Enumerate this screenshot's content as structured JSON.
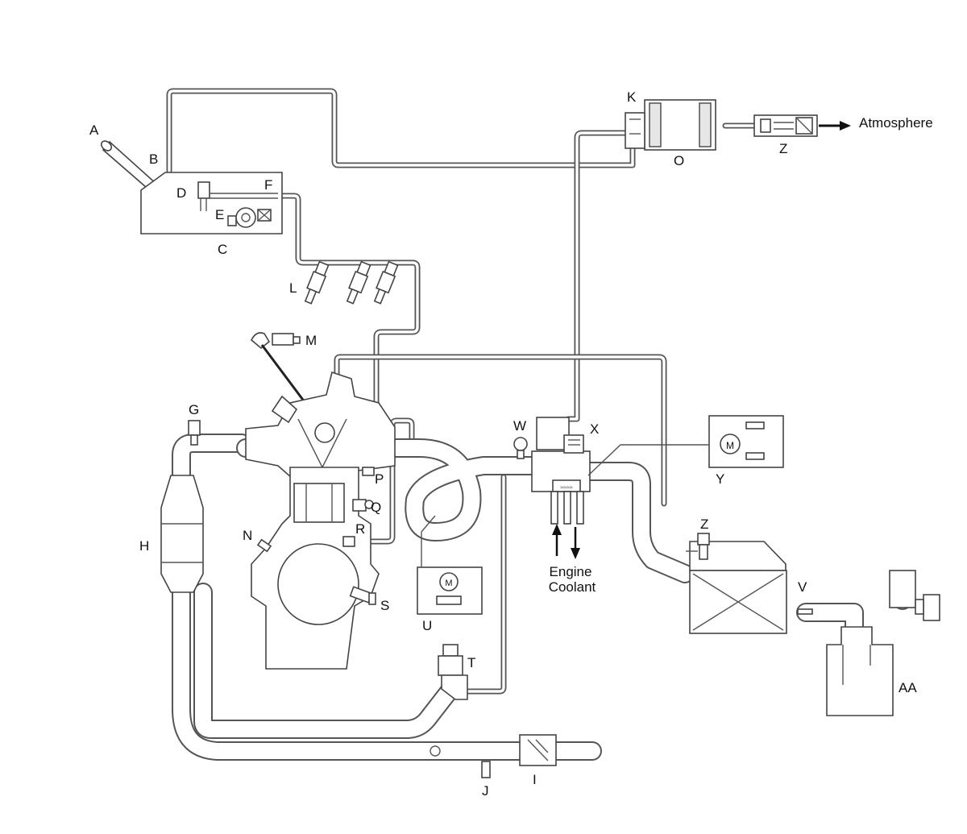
{
  "labels": {
    "A": "A",
    "B": "B",
    "C": "C",
    "D": "D",
    "E": "E",
    "F": "F",
    "G": "G",
    "H": "H",
    "I": "I",
    "J": "J",
    "K": "K",
    "L": "L",
    "M": "M",
    "N": "N",
    "O": "O",
    "P": "P",
    "Q": "Q",
    "R": "R",
    "S": "S",
    "T": "T",
    "U": "U",
    "V": "V",
    "W": "W",
    "X": "X",
    "Y": "Y",
    "Z": "Z",
    "AA": "AA"
  },
  "atmosphere": "Atmosphere",
  "coolant_line1": "Engine",
  "coolant_line2": "Coolant",
  "motor_glyph": "M",
  "colors": {
    "line": "#555555",
    "fill": "#ffffff",
    "text": "#111111"
  }
}
